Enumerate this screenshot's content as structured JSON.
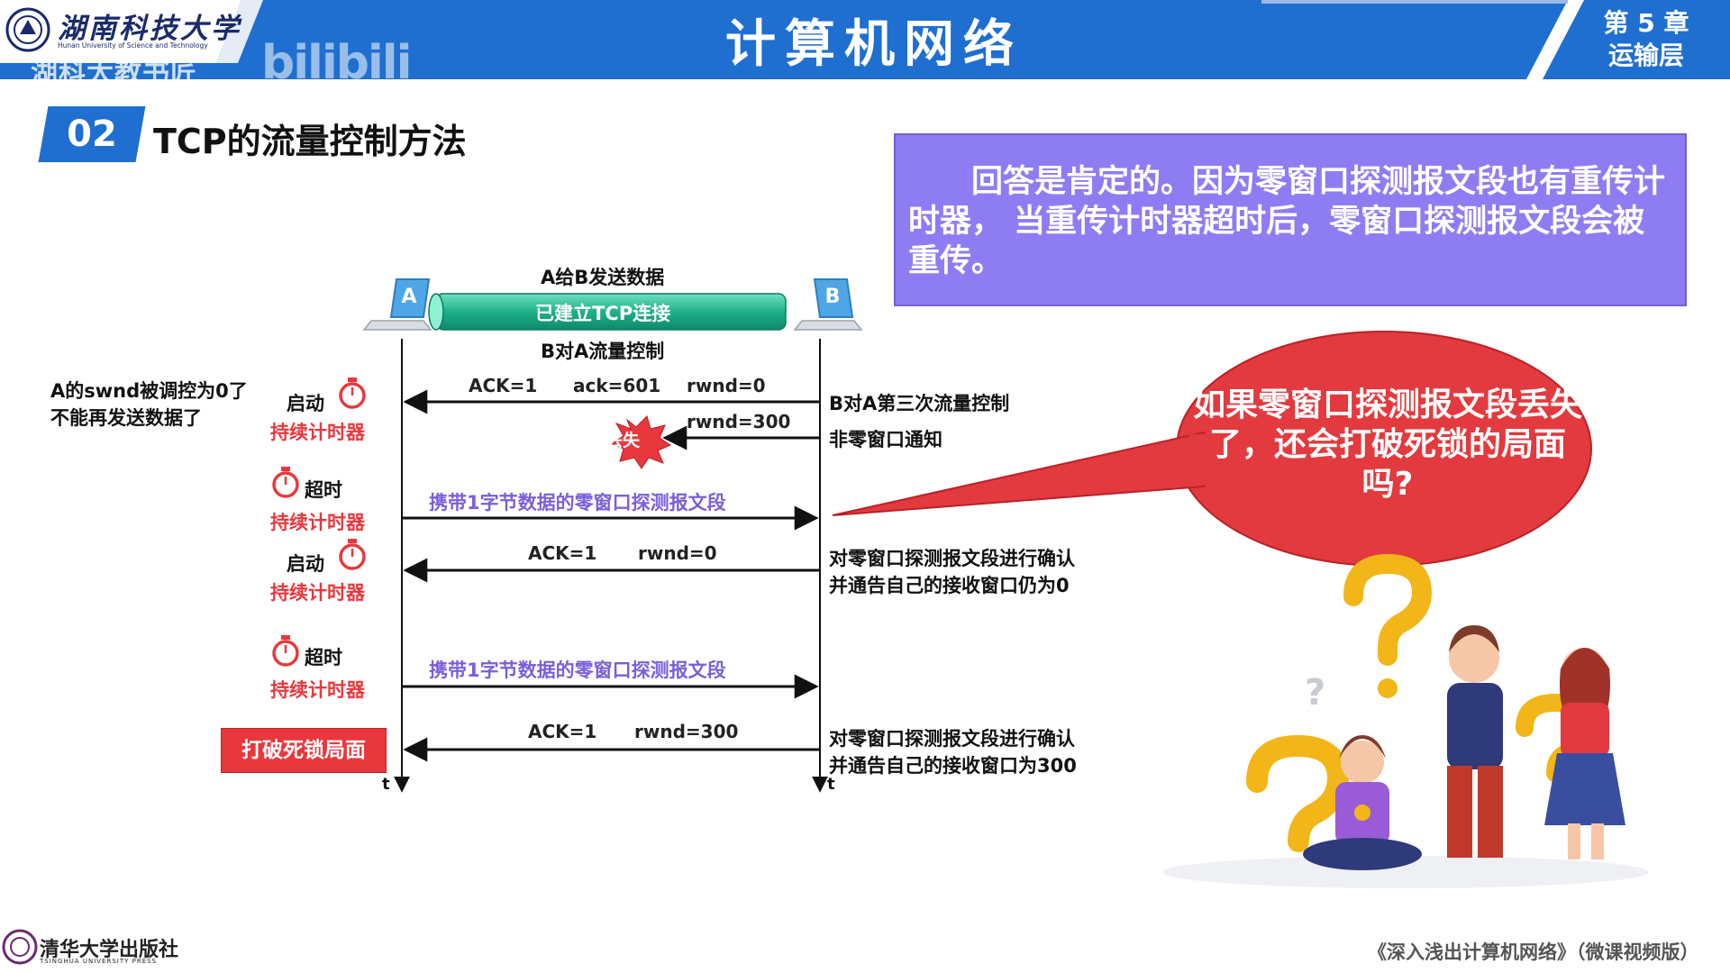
{
  "header": {
    "university_name": "湖南科技大学",
    "university_en": "Hunan University of Science and Technology",
    "watermark": "湖科大教书匠",
    "bili_logo": "bilibili",
    "course_title": "计算机网络",
    "chapter_line1": "第 5 章",
    "chapter_line2": "运输层"
  },
  "section": {
    "number": "02",
    "title": "TCP的流量控制方法"
  },
  "answer_box": {
    "text": "回答是肯定的。因为零窗口探测报文段也有重传计时器， 当重传计时器超时后，零窗口探测报文段会被重传。"
  },
  "bubble": {
    "text": "如果零窗口探测报文段丢失了，还会打破死锁的局面吗?"
  },
  "diagram": {
    "host_a": "A",
    "host_b": "B",
    "top_label": "A给B发送数据",
    "connection": "已建立TCP连接",
    "flow_control": "B对A流量控制",
    "time_a": "t",
    "time_b": "t",
    "left_note_1": "A的swnd被调控为0了",
    "left_note_2": "不能再发送数据了",
    "start_1": "启动",
    "timer_1": "持续计时器",
    "timeout_1": "超时",
    "timer_2": "持续计时器",
    "start_2": "启动",
    "timer_3": "持续计时器",
    "timeout_2": "超时",
    "timer_4": "持续计时器",
    "deadlock": "打破死锁局面",
    "msg1_ack": "ACK=1",
    "msg1_acknum": "ack=601",
    "msg1_rwnd": "rwnd=0",
    "msg2_rwnd": "rwnd=300",
    "lost": "丢失",
    "probe_1": "携带1字节数据的零窗口探测报文段",
    "msg3_ack": "ACK=1",
    "msg3_rwnd": "rwnd=0",
    "probe_2": "携带1字节数据的零窗口探测报文段",
    "msg4_ack": "ACK=1",
    "msg4_rwnd": "rwnd=300",
    "right_note_1": "B对A第三次流量控制",
    "right_note_2": "非零窗口通知",
    "right_note_3a": "对零窗口探测报文段进行确认",
    "right_note_3b": "并通告自己的接收窗口仍为0",
    "right_note_4a": "对零窗口探测报文段进行确认",
    "right_note_4b": "并通告自己的接收窗口为300"
  },
  "footer": {
    "publisher": "清华大学出版社",
    "publisher_en": "TSINGHUA UNIVERSITY PRESS",
    "book": "《深入浅出计算机网络》（微课视频版）"
  },
  "colors": {
    "header_blue": "#1f6fd1",
    "answer_purple": "#8e7df2",
    "bubble_red": "#e23a3e",
    "accent_red": "#e8383d",
    "probe_purple": "#7b5fd8",
    "connection_green": "#1fb08a"
  },
  "icons": [
    "laptop-icon",
    "stopwatch-icon",
    "lost-burst-icon",
    "question-mark-icon",
    "people-illustration",
    "university-logo-icon",
    "press-logo-icon"
  ]
}
